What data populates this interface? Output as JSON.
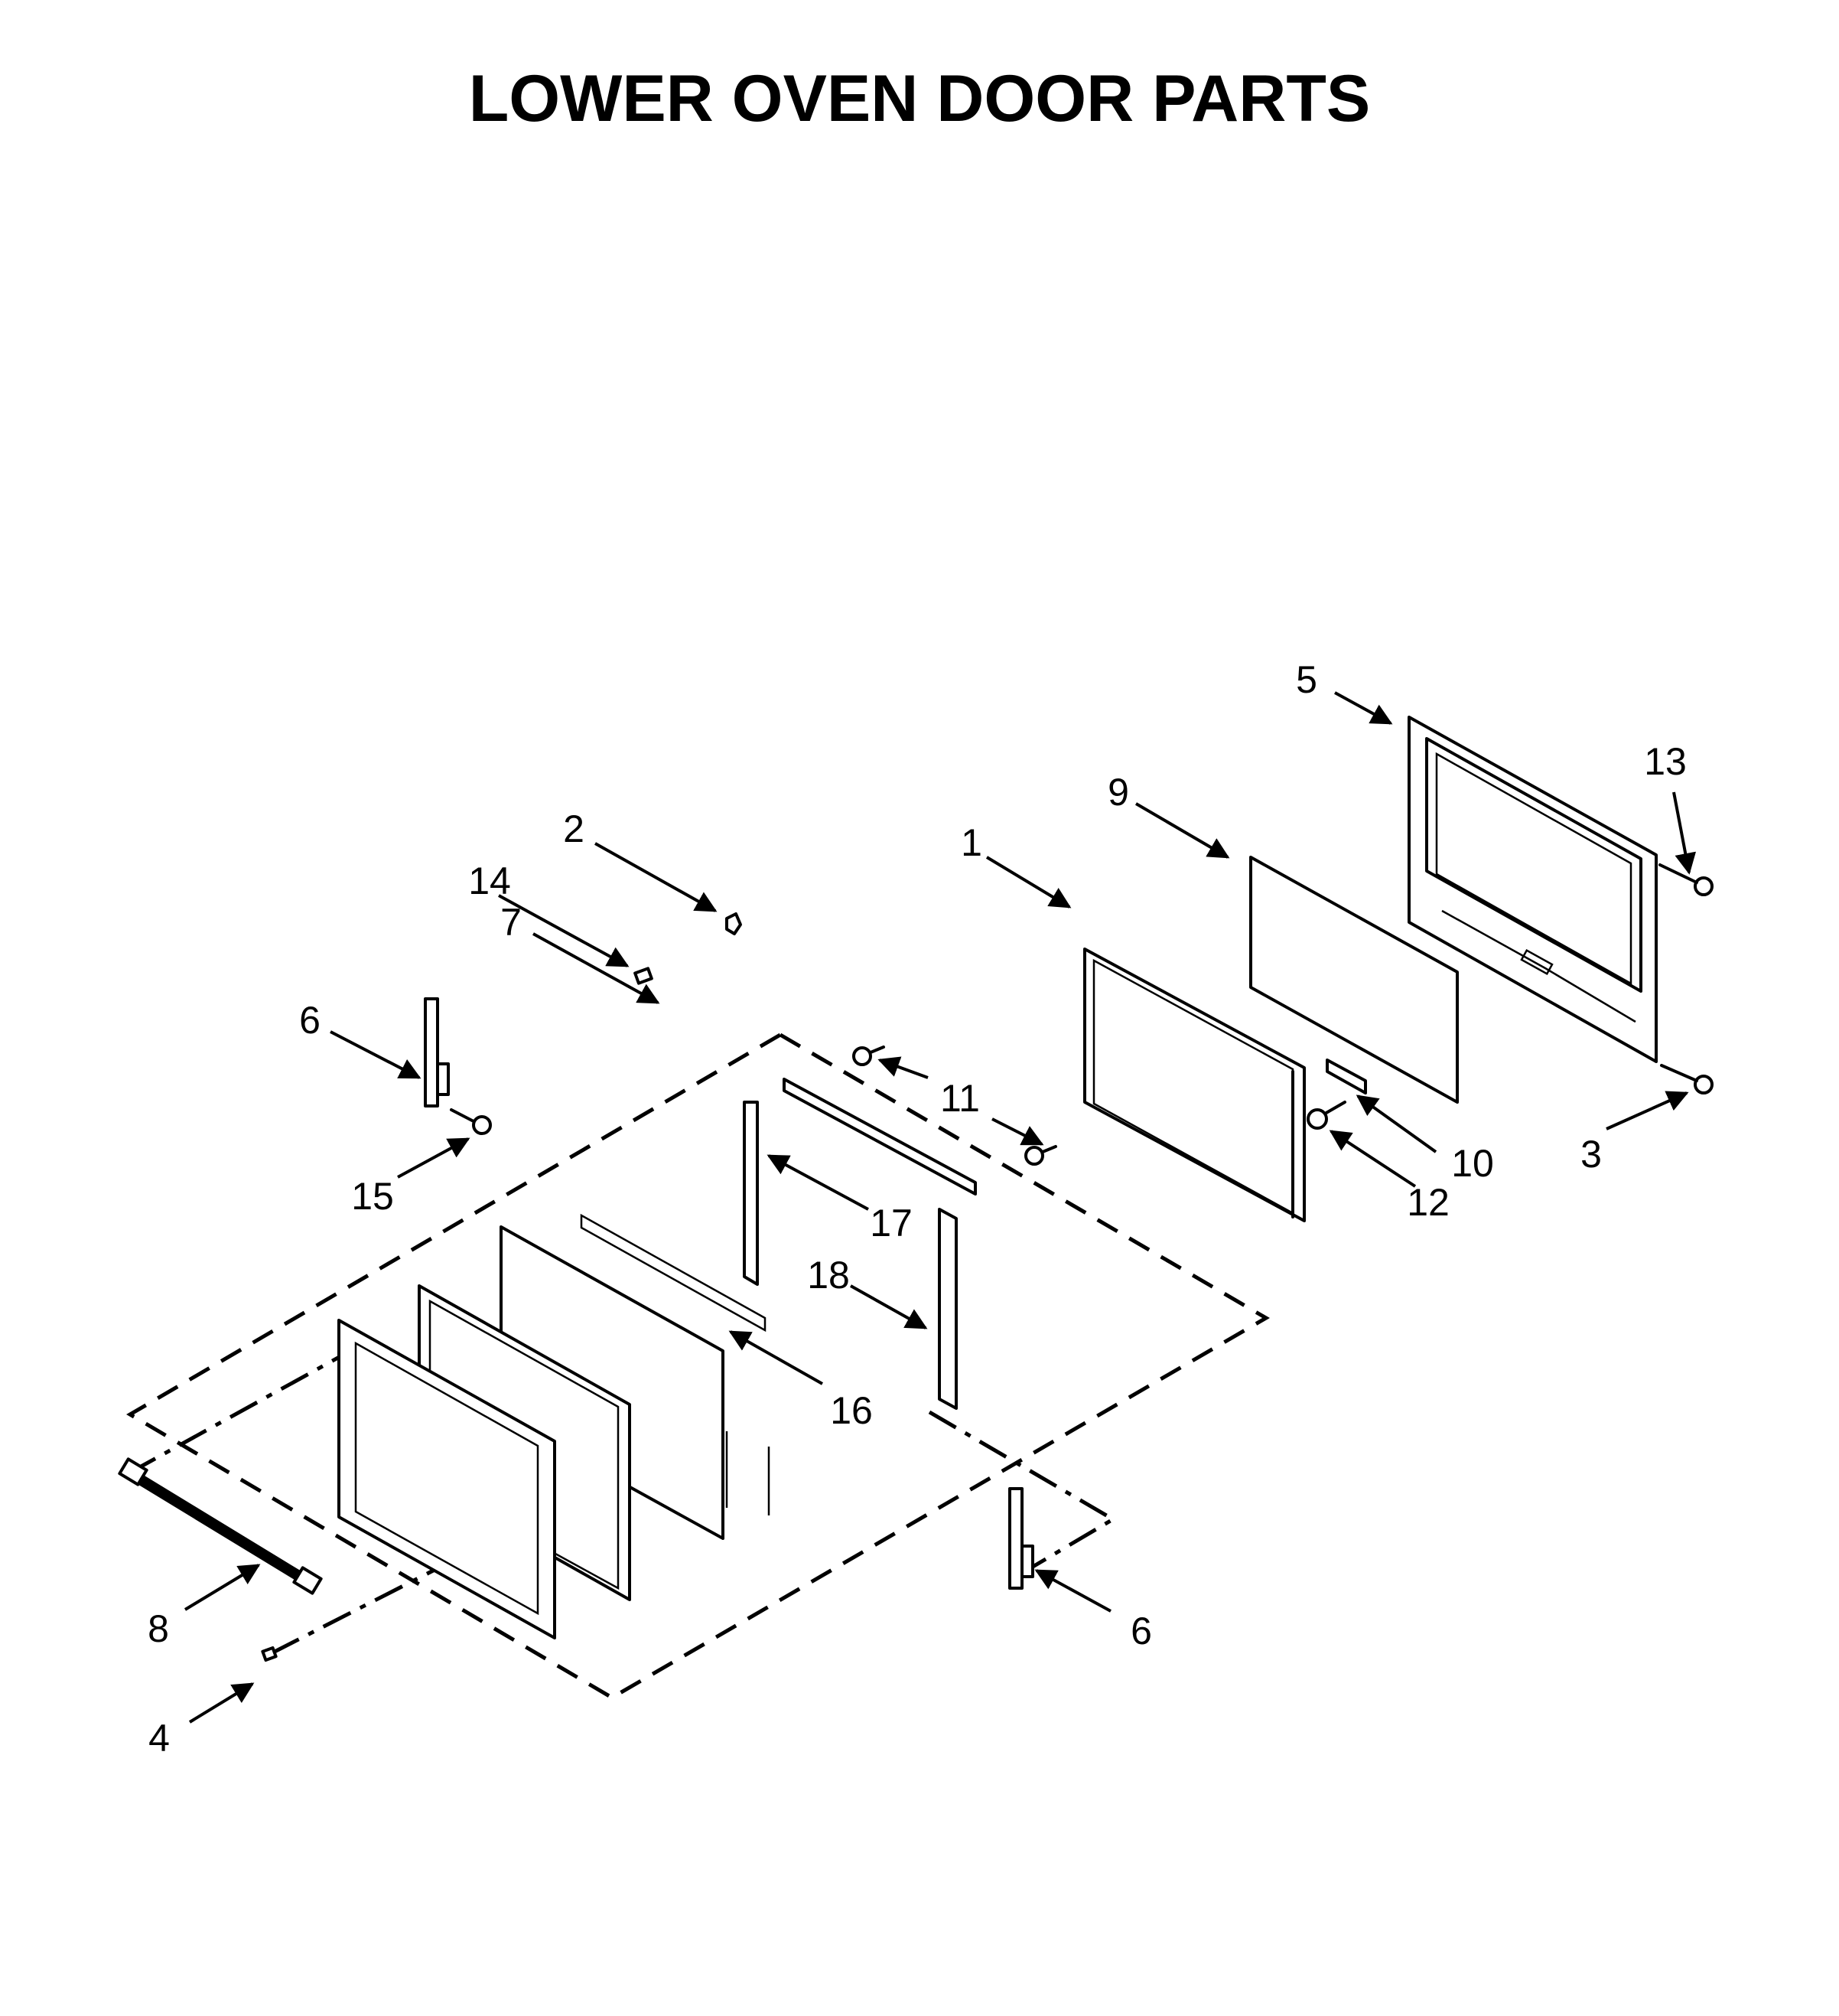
{
  "title": "LOWER OVEN DOOR PARTS",
  "callouts": {
    "c1": "1",
    "c2": "2",
    "c3": "3",
    "c4": "4",
    "c5": "5",
    "c6a": "6",
    "c6b": "6",
    "c7": "7",
    "c8": "8",
    "c9": "9",
    "c10": "10",
    "c11": "11",
    "c12": "12",
    "c13": "13",
    "c14": "14",
    "c15": "15",
    "c16": "16",
    "c17": "17",
    "c18": "18"
  }
}
